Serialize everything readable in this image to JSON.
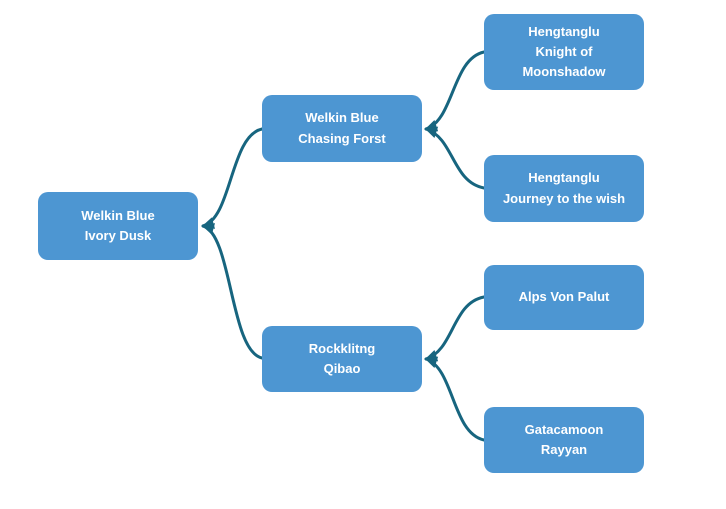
{
  "diagram": {
    "type": "tree",
    "orientation": "right-to-left-arrows",
    "colors": {
      "node_fill": "#4d96d2",
      "node_text": "#ffffff",
      "connector": "#17657f",
      "background": "#ffffff"
    },
    "nodes": [
      {
        "id": "welkin-ivory-dusk",
        "label": "Welkin Blue\nIvory Dusk"
      },
      {
        "id": "welkin-chasing-forst",
        "label": "Welkin Blue\nChasing Forst"
      },
      {
        "id": "rockklitng-qibao",
        "label": "Rockklitng\nQibao"
      },
      {
        "id": "hengtanglu-knight",
        "label": "Hengtanglu\nKnight of\nMoonshadow"
      },
      {
        "id": "hengtanglu-journey",
        "label": "Hengtanglu\nJourney to the wish"
      },
      {
        "id": "alps-von-palut",
        "label": "Alps Von Palut"
      },
      {
        "id": "gatacamoon-rayyan",
        "label": "Gatacamoon\nRayyan"
      }
    ],
    "edges": [
      {
        "from": "welkin-chasing-forst",
        "to": "welkin-ivory-dusk"
      },
      {
        "from": "rockklitng-qibao",
        "to": "welkin-ivory-dusk"
      },
      {
        "from": "hengtanglu-knight",
        "to": "welkin-chasing-forst"
      },
      {
        "from": "hengtanglu-journey",
        "to": "welkin-chasing-forst"
      },
      {
        "from": "alps-von-palut",
        "to": "rockklitng-qibao"
      },
      {
        "from": "gatacamoon-rayyan",
        "to": "rockklitng-qibao"
      }
    ]
  }
}
